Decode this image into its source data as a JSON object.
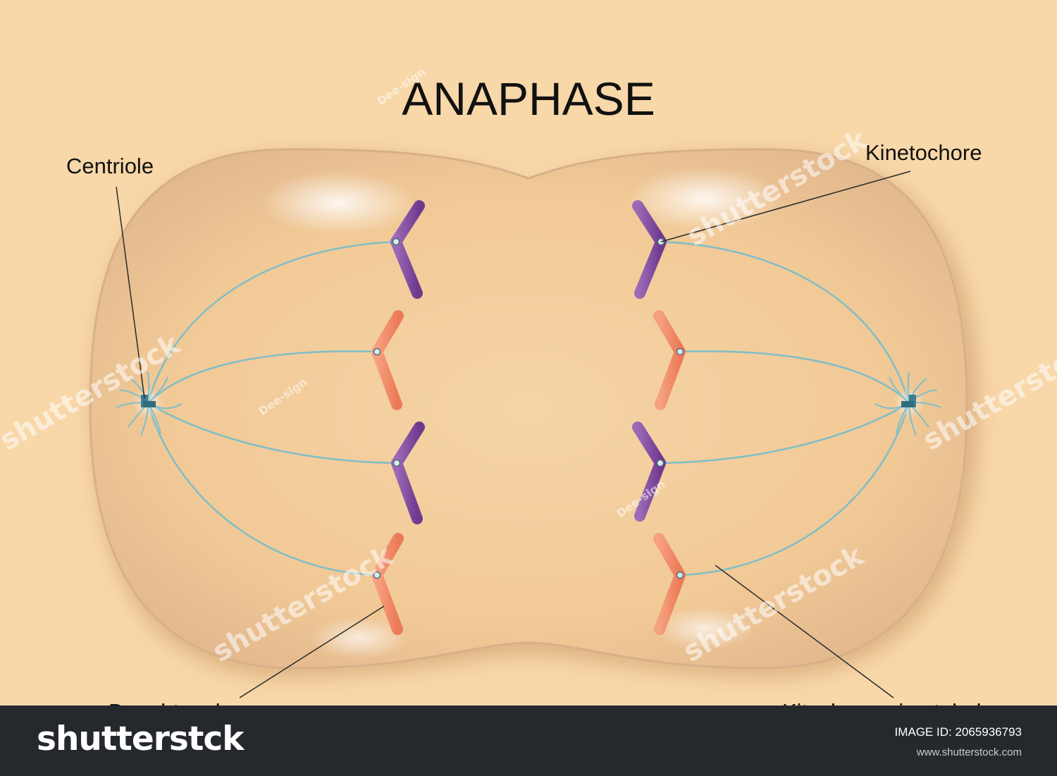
{
  "diagram": {
    "title": "ANAPHASE",
    "labels": {
      "centriole": "Centriole",
      "kinetochore": "Kinetochore",
      "daughter_chromosome": "Daughter chromosome",
      "kinetochore_microtubule": "Kitochore microtubule"
    },
    "watermarks": {
      "author": "Dee-sign",
      "stock": "shutterstock"
    }
  },
  "footer": {
    "logo": "shutterstck",
    "image_id": "IMAGE ID: 2065936793",
    "url": "www.shutterstock.com"
  },
  "colors": {
    "background": "#f8d7a8",
    "cell_fill": "#f3cd9b",
    "cell_outline": "#d9b38a",
    "spindle": "#7fbec7",
    "chromosome_purple": "#7e469c",
    "chromosome_orange": "#f08a67",
    "footer_bg": "#25282d"
  }
}
